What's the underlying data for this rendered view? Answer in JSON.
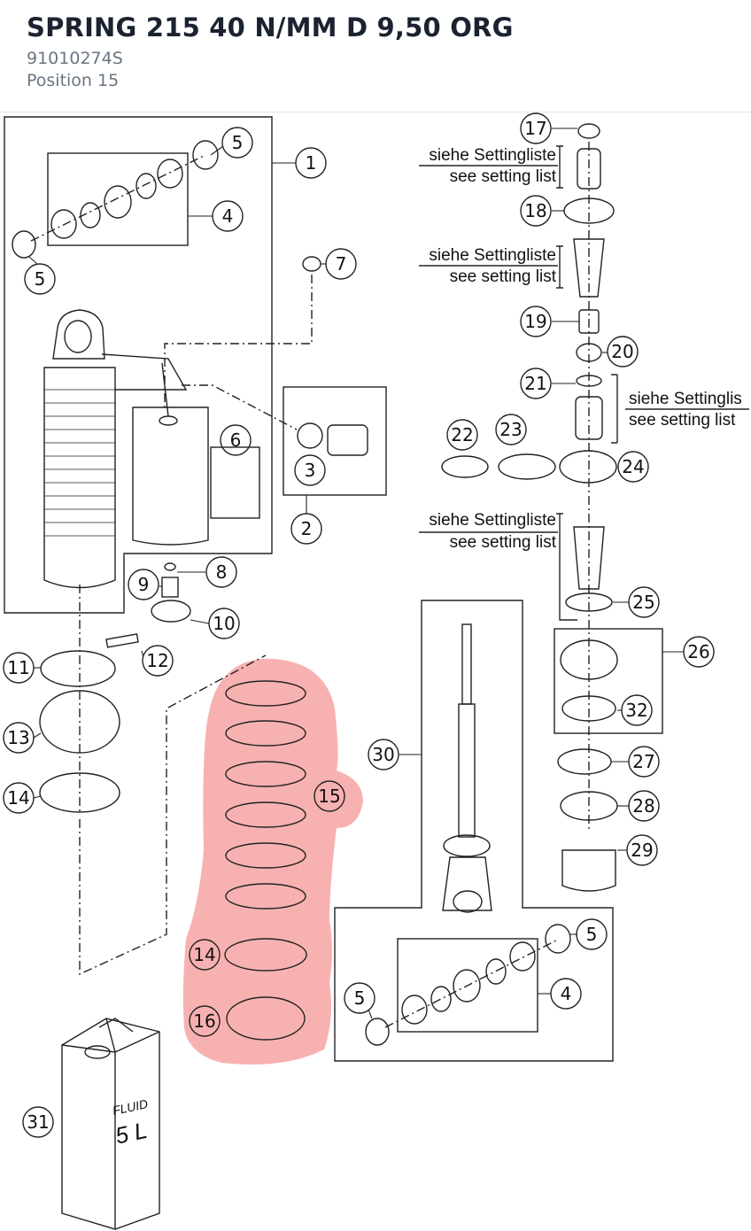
{
  "header": {
    "title": "SPRING 215 40 N/MM D 9,50 ORG",
    "part_number": "91010274S",
    "position_prefix": "Position",
    "position_value": "15"
  },
  "diagram": {
    "highlight_color": "#f7a3a3",
    "setting_notes": [
      {
        "de": "siehe Settingliste",
        "en": "see setting list"
      },
      {
        "de": "siehe Settingliste",
        "en": "see setting list"
      },
      {
        "de": "siehe Settinglis",
        "en": "see setting list"
      },
      {
        "de": "siehe Settingliste",
        "en": "see setting list"
      }
    ],
    "fluid_label": "FLUID",
    "fluid_volume": "5 L",
    "callouts": [
      "1",
      "2",
      "3",
      "4",
      "5",
      "5",
      "6",
      "7",
      "8",
      "9",
      "10",
      "11",
      "12",
      "13",
      "14",
      "15",
      "14",
      "16",
      "17",
      "18",
      "19",
      "20",
      "21",
      "22",
      "23",
      "24",
      "25",
      "26",
      "32",
      "27",
      "28",
      "29",
      "30",
      "5",
      "4",
      "5",
      "31"
    ],
    "highlighted_callouts": [
      "15",
      "14",
      "16"
    ]
  }
}
